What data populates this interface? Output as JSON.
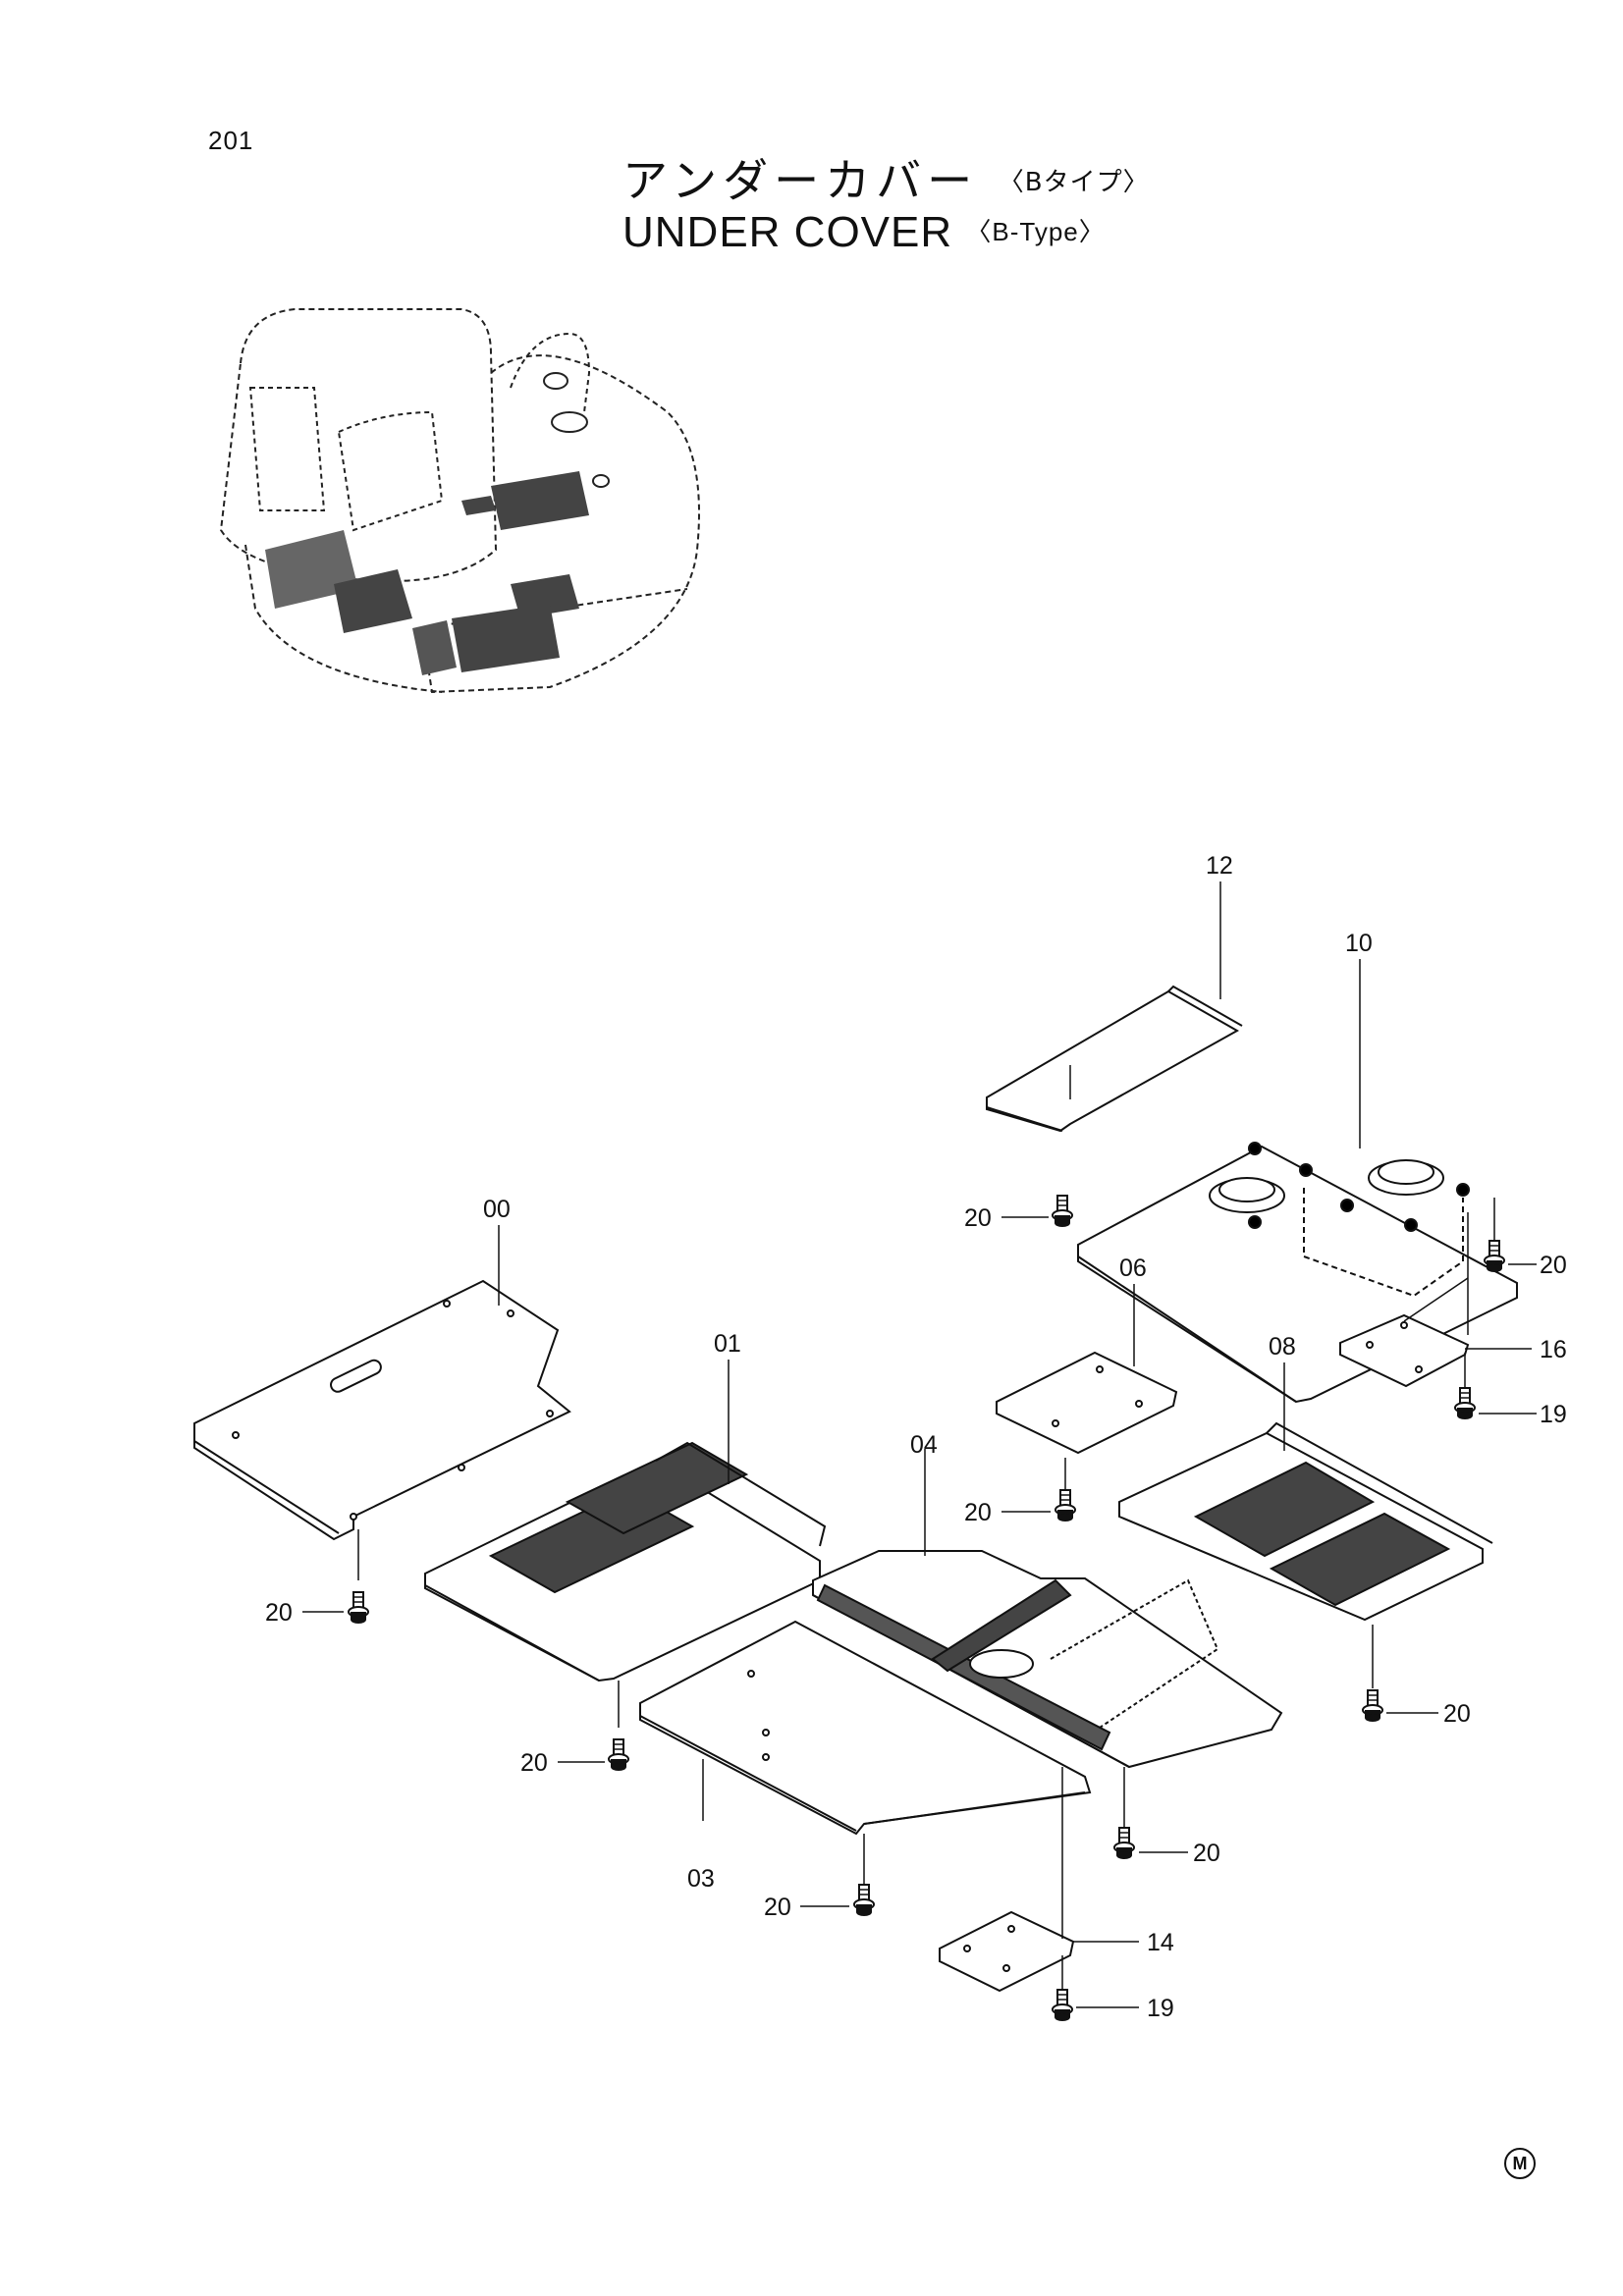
{
  "page": {
    "number": "201"
  },
  "title": {
    "japanese": "アンダーカバー",
    "japanese_variant": "〈Bタイプ〉",
    "english": "UNDER COVER",
    "english_variant": "〈B-Type〉"
  },
  "callouts": {
    "c00": "00",
    "c01": "01",
    "c03": "03",
    "c04": "04",
    "c06": "06",
    "c08": "08",
    "c10": "10",
    "c12": "12",
    "c14": "14",
    "c16": "16",
    "c19a": "19",
    "c19b": "19",
    "c20a": "20",
    "c20b": "20",
    "c20c": "20",
    "c20d": "20",
    "c20e": "20",
    "c20f": "20",
    "c20g": "20",
    "c20h": "20"
  },
  "footer": {
    "mark": "M"
  }
}
